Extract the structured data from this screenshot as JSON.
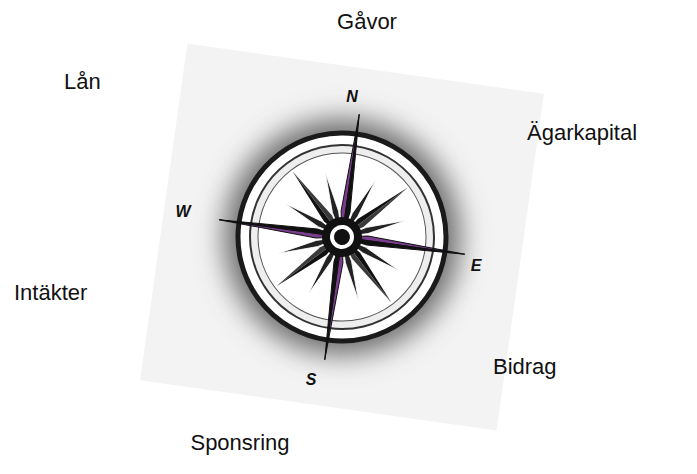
{
  "diagram": {
    "labels": [
      "Gåvor",
      "Lån",
      "N",
      "Ägarkapital",
      "W",
      "E",
      "Intäkter",
      "Bidrag",
      "S",
      "Sponsring"
    ]
  }
}
